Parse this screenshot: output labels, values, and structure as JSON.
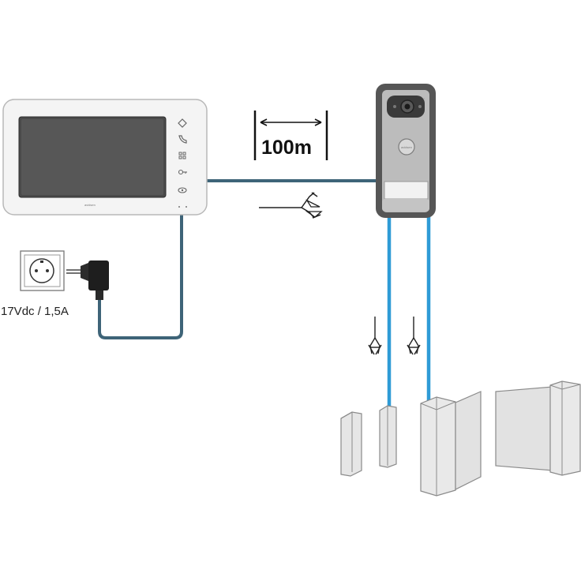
{
  "labels": {
    "distance": "100m",
    "power_supply": "17Vdc / 1,5A",
    "brand_monitor": "avidsen",
    "brand_doorbell": "avidsen"
  },
  "colors": {
    "monitor_body": "#f4f4f4",
    "screen": "#4a4a4a",
    "cable_dark": "#3e6478",
    "cable_light": "#2f9bd6",
    "gate": "#e6e6e6",
    "outline": "#8a8a8a",
    "doorbell_frame": "#565656",
    "doorbell_panel": "#b9b9b9"
  },
  "icons": {
    "cut_wire_symbols": [
      "scissors-cut-wire-icon",
      "scissors-cut-wire-icon",
      "scissors-cut-wire-icon"
    ],
    "monitor_buttons": [
      "home-icon",
      "phone-icon",
      "grid-icon",
      "key-icon",
      "eye-icon"
    ]
  }
}
